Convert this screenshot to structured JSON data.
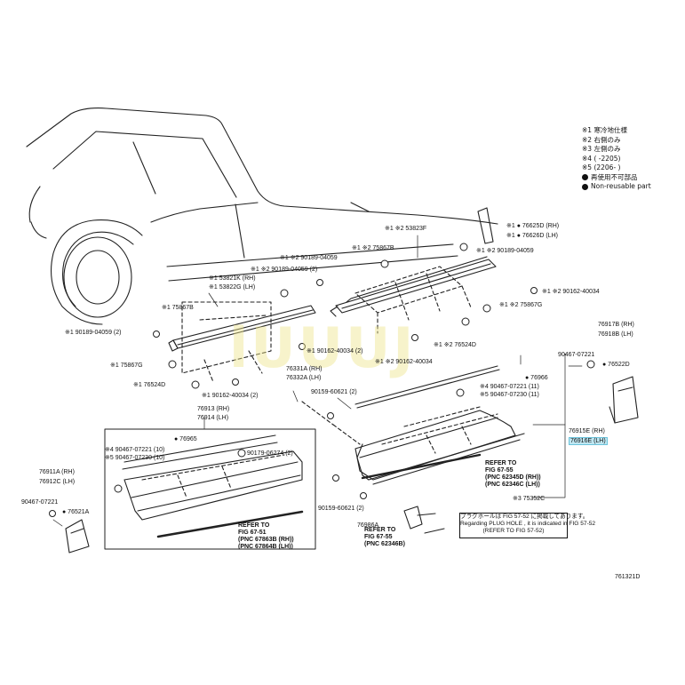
{
  "legend": {
    "items": [
      "※1 寒冷地仕様",
      "※2 右側のみ",
      "※3 左側のみ",
      "※4 (      -2205)",
      "※5 (2206-      )"
    ],
    "reuse_not_allowed": "再使用不可部品",
    "non_reusable": "Non-reusable part"
  },
  "callouts": {
    "c76625": "※1 ● 76625D (RH)",
    "c76626": "※1 ● 76626D (LH)",
    "c53823f": "※1 ※2 53823F",
    "c75867b_top": "※1 ※2 75867B",
    "c90189_right": "※1 ※2 90189-04059",
    "c90189_mid": "※1 ※2 90189-04059",
    "c90189_2": "※1 ※2 90189-04059 (2)",
    "c53821k": "※1 53821K (RH)",
    "c53822g": "※1 53822G (LH)",
    "c90162_right": "※1 ※2 90162-40034",
    "c75867g_right": "※1 ※2 75867G",
    "c75867b_left": "※1 75867B",
    "c90189_left": "※1 90189-04059 (2)",
    "c90162_mid": "※1 90162-40034 (2)",
    "c76524d_mid": "※1 ※2 76524D",
    "c90162_center": "※1 ※2 90162-40034",
    "c75867g_left": "※1 75867G",
    "c76524d_left": "※1 76524D",
    "c90162_left": "※1 90162-40034 (2)",
    "c76331a": "76331A (RH)",
    "c76332a": "76332A (LH)",
    "c90159": "90159-60621 (2)",
    "c76966": "● 76966",
    "c90467_11a": "※4 90467-07221 (11)",
    "c90467_11b": "※5 90467-07230 (11)",
    "c76913": "76913 (RH)",
    "c76914": "76914 (LH)",
    "c76965": "● 76965",
    "c90467_10a": "※4 90467-07221 (10)",
    "c90467_10b": "※5 90467-07230 (10)",
    "c90179": "90179-06274 (2)",
    "c76917b": "76917B (RH)",
    "c76918b": "76918B (LH)",
    "c90467_r": "90467-07221",
    "c76522d": "● 76522D",
    "c76915e": "76915E (RH)",
    "c76916e": "76916E (LH)",
    "c76911a": "76911A (RH)",
    "c76912c": "76912C (LH)",
    "c90467_l": "90467-07221",
    "c76521a": "● 76521A",
    "c90159_b": "90159-60621 (2)",
    "c75352c": "※3 75352C",
    "c76986a": "76986A"
  },
  "refs": {
    "r1": [
      "REFER TO",
      "FIG 67-55",
      "(PNC 62345D (RH))",
      "(PNC 62346C (LH))"
    ],
    "r2": [
      "REFER TO",
      "FIG 67-51",
      "(PNC 67863B (RH))",
      "(PNC 67864B (LH))"
    ],
    "r3": [
      "REFER TO",
      "FIG 67-55",
      "(PNC 62346B)"
    ]
  },
  "note": {
    "line1": "プラグホールは FIG 57-52 に掲載してあります。",
    "line2": "Regarding PLUG HOLE , it is indicated in FIG 57-52",
    "line3": "(REFER TO FIG 57-52)"
  },
  "watermark": "lUUUJ",
  "figure_id": "761321D"
}
